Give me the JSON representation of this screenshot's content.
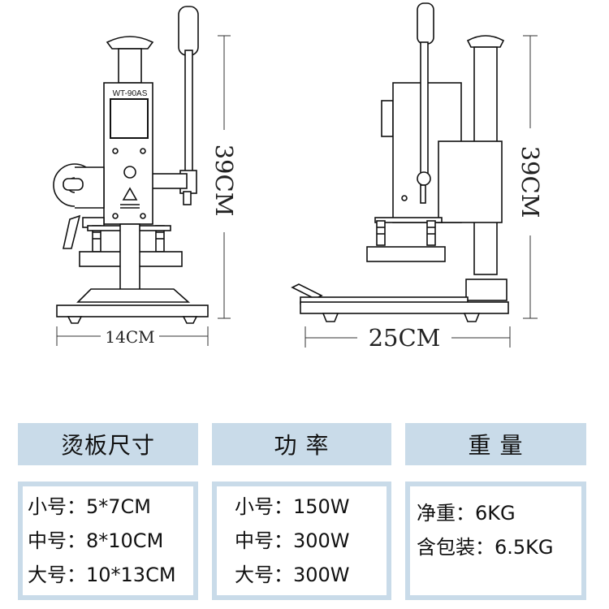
{
  "drawing": {
    "front": {
      "model_label": "WT-90AS",
      "height_label": "39CM",
      "width_label": "14CM"
    },
    "side": {
      "height_label": "39CM",
      "width_label": "25CM"
    }
  },
  "columns": [
    {
      "header": "烫板尺寸",
      "lines": [
        "小号：5*7CM",
        "中号：8*10CM",
        "大号：10*13CM"
      ]
    },
    {
      "header": "功  率",
      "lines": [
        "小号：150W",
        "中号：300W",
        "大号：300W"
      ]
    },
    {
      "header": "重  量",
      "lines": [
        "净重：6KG",
        "含包装：6.5KG"
      ]
    }
  ],
  "colors": {
    "panel": "#c9dbe9",
    "line": "#111111"
  }
}
